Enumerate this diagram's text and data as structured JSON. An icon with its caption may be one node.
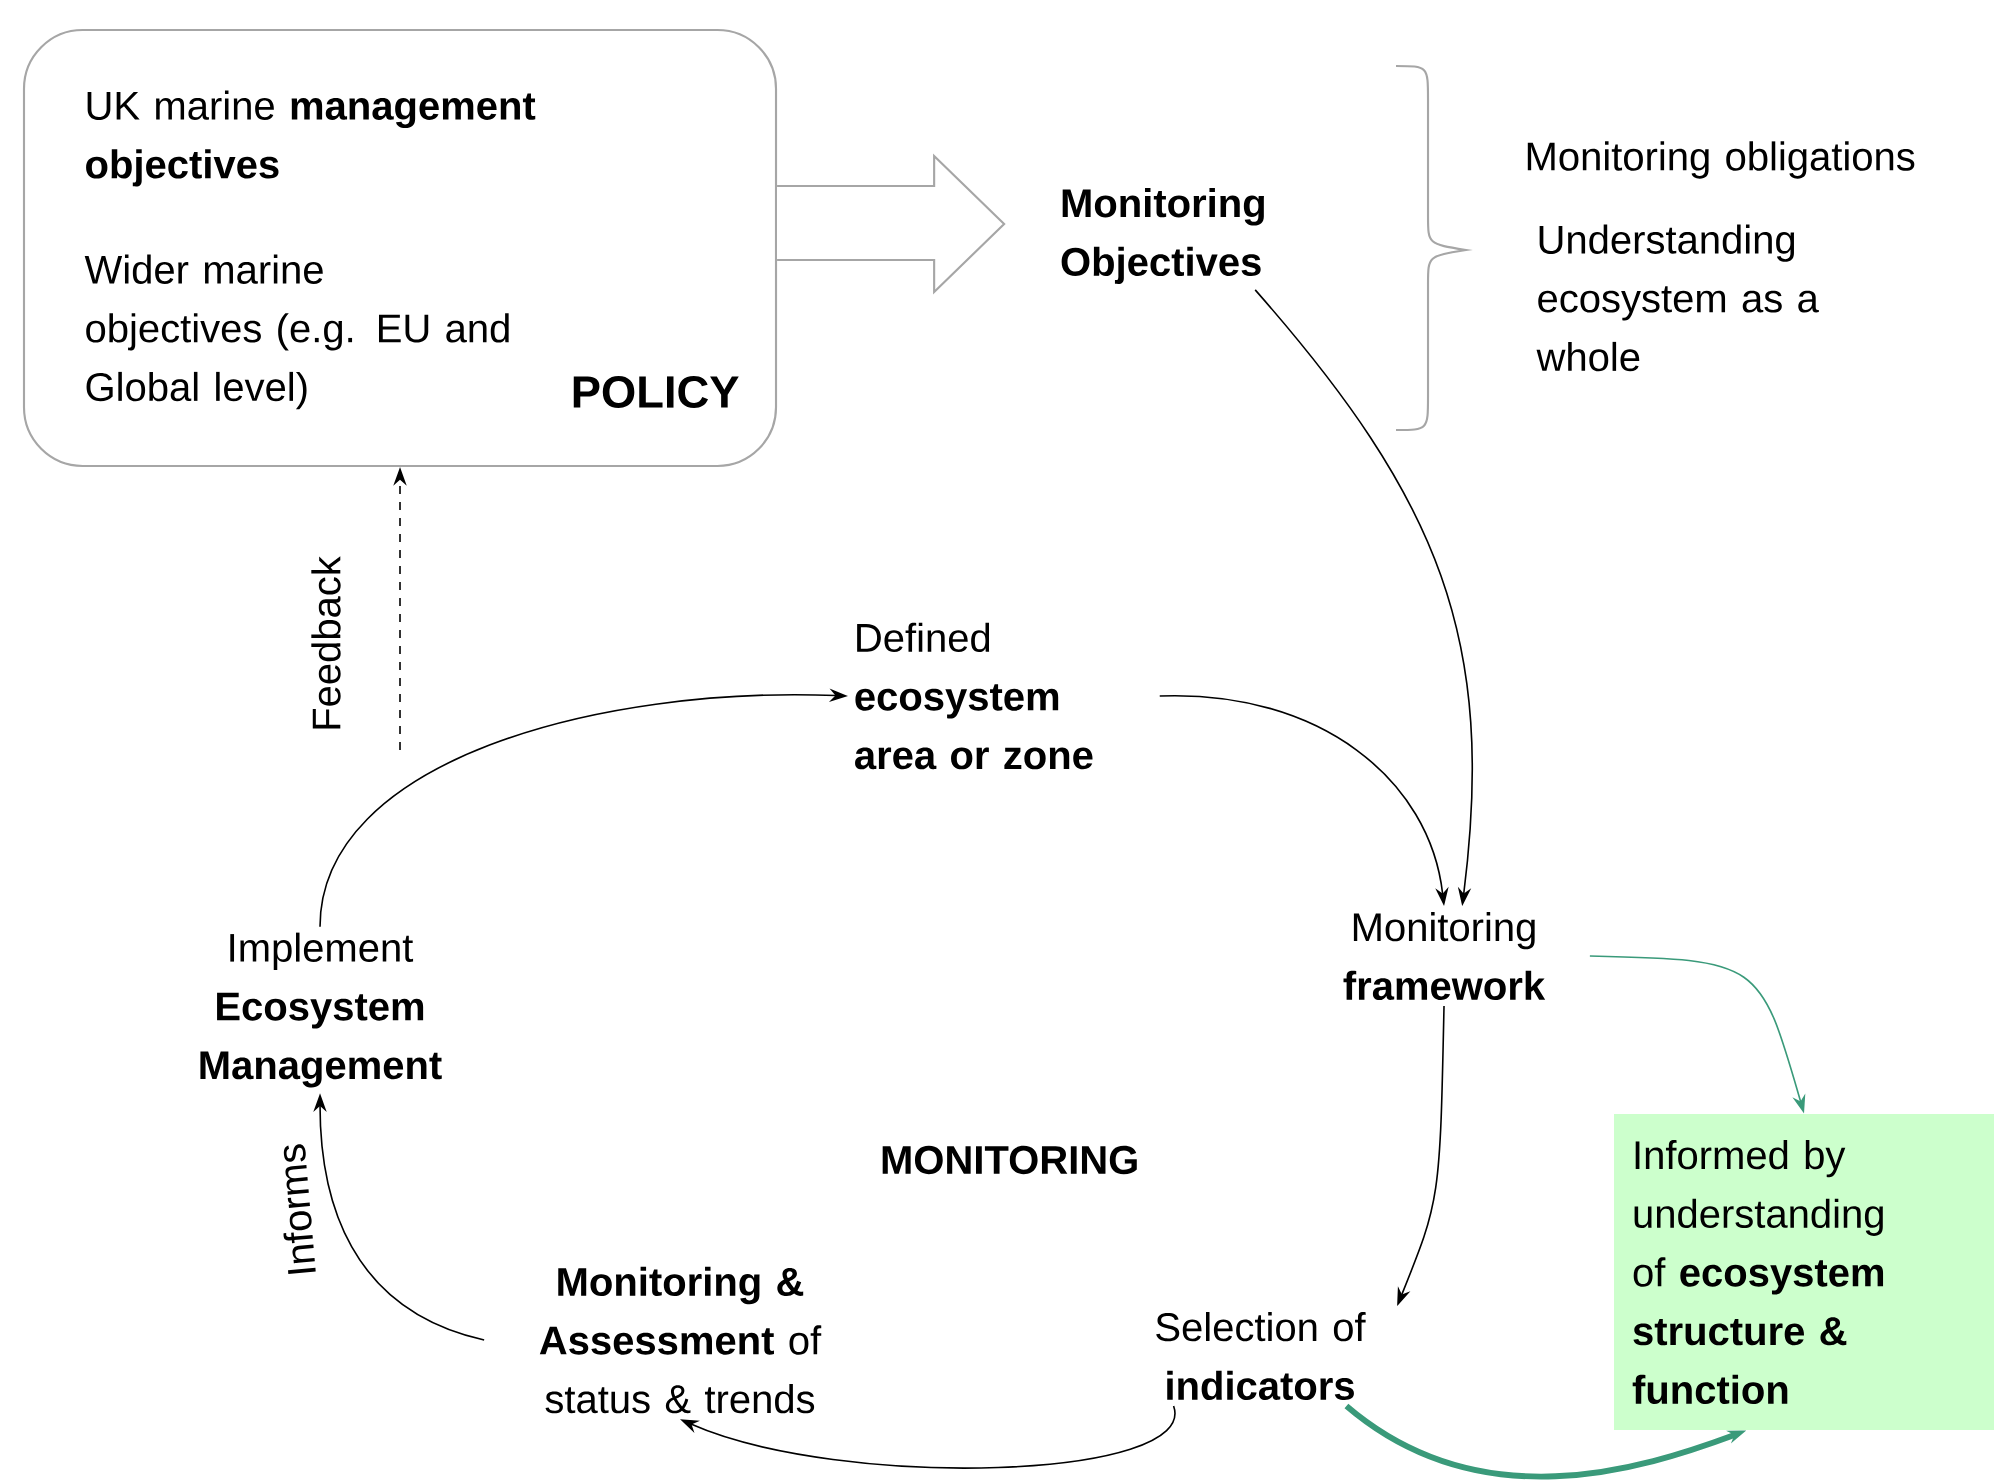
{
  "diagram": {
    "nodes": [
      {
        "text": [
          "UK marine **management objectives**",
          "Wider marine objectives (e.g. EU and Global level)",
          "POLICY"
        ]
      },
      {
        "text": [
          "Monitoring Objectives"
        ]
      },
      {
        "text": [
          "Defined **ecosystem area or zone**"
        ]
      },
      {
        "text": [
          "Monitoring **framework**"
        ]
      },
      {
        "text": [
          "Selection of **indicators**"
        ]
      },
      {
        "text": [
          "**Monitoring & Assessment** of status & trends"
        ]
      },
      {
        "text": [
          "Implement **Ecosystem Management**"
        ]
      },
      {
        "text": [
          "Informed by understanding of **ecosystem structure & function**"
        ]
      }
    ],
    "edges": [
      {
        "from": 0,
        "to": 1,
        "arrow": "to"
      },
      {
        "from": 1,
        "to": 3,
        "arrow": "to"
      },
      {
        "from": 2,
        "to": 3,
        "arrow": "to"
      },
      {
        "from": 3,
        "to": 4,
        "arrow": "to"
      },
      {
        "from": 4,
        "to": 5,
        "arrow": "to"
      },
      {
        "from": 5,
        "to": 6,
        "arrow": "to",
        "label": "Informs"
      },
      {
        "from": 6,
        "to": 2,
        "arrow": "to"
      },
      {
        "from": null,
        "to": 0,
        "arrow": "to",
        "label": "Feedback",
        "style": "dashed"
      },
      {
        "from": 3,
        "to": 7,
        "arrow": "to",
        "color": "#3a9a7a"
      },
      {
        "from": 4,
        "to": 7,
        "arrow": "to",
        "color": "#3a9a7a",
        "style": "thick"
      }
    ],
    "labels": [
      "Monitoring obligations",
      "Understanding ecosystem as a whole",
      "MONITORING"
    ]
  }
}
